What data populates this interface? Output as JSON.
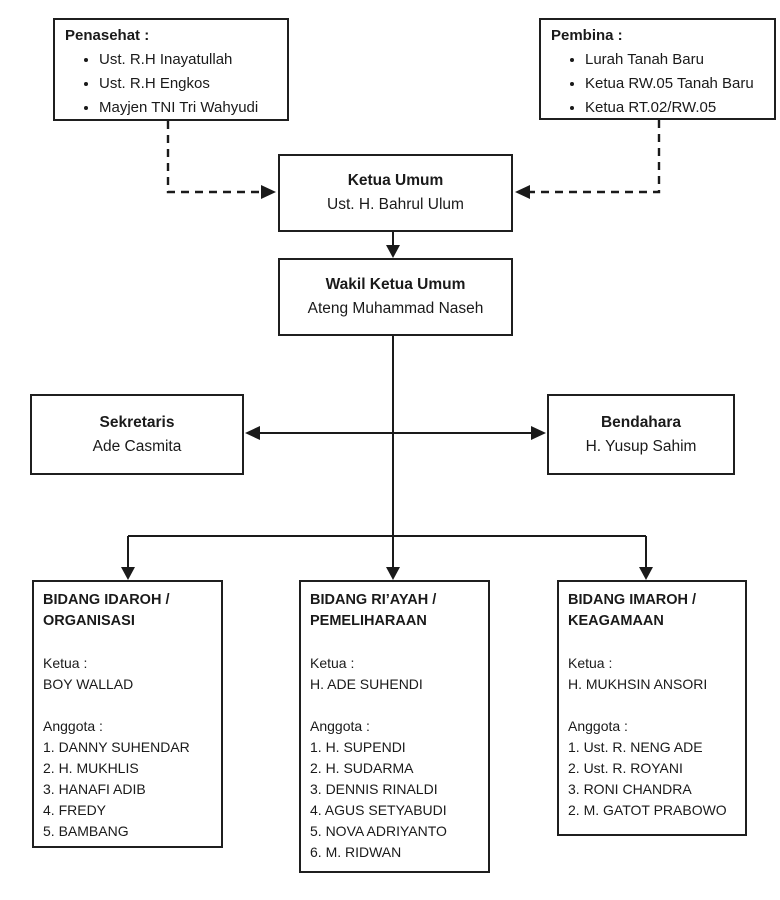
{
  "colors": {
    "line": "#1a1a1a",
    "box_border": "#1f1f1f",
    "background": "#ffffff",
    "text": "#1a1a1a"
  },
  "diagram": {
    "penasehat": {
      "title": "Penasehat :",
      "items": [
        "Ust. R.H Inayatullah",
        "Ust. R.H Engkos",
        "Mayjen TNI Tri Wahyudi"
      ]
    },
    "pembina": {
      "title": "Pembina :",
      "items": [
        "Lurah Tanah Baru",
        "Ketua RW.05 Tanah Baru",
        "Ketua RT.02/RW.05"
      ]
    },
    "ketua_umum": {
      "title": "Ketua Umum",
      "name": "Ust. H. Bahrul Ulum"
    },
    "wakil_ketua_umum": {
      "title": "Wakil Ketua Umum",
      "name": "Ateng Muhammad Naseh"
    },
    "sekretaris": {
      "title": "Sekretaris",
      "name": "Ade Casmita"
    },
    "bendahara": {
      "title": "Bendahara",
      "name": "H. Yusup Sahim"
    },
    "bidang": [
      {
        "title_line1": "BIDANG IDAROH /",
        "title_line2": "ORGANISASI",
        "ketua_label": "Ketua :",
        "ketua": "BOY WALLAD",
        "anggota_label": "Anggota :",
        "anggota": [
          "1. DANNY SUHENDAR",
          "2. H. MUKHLIS",
          "3. HANAFI ADIB",
          "4. FREDY",
          "5. BAMBANG"
        ]
      },
      {
        "title_line1": "BIDANG RI’AYAH /",
        "title_line2": "PEMELIHARAAN",
        "ketua_label": "Ketua :",
        "ketua": "H. ADE SUHENDI",
        "anggota_label": "Anggota :",
        "anggota": [
          "1. H. SUPENDI",
          "2. H. SUDARMA",
          "3. DENNIS RINALDI",
          "4. AGUS SETYABUDI",
          "5. NOVA ADRIYANTO",
          "6. M. RIDWAN"
        ]
      },
      {
        "title_line1": "BIDANG IMAROH /",
        "title_line2": "KEAGAMAAN",
        "ketua_label": "Ketua :",
        "ketua": "H. MUKHSIN ANSORI",
        "anggota_label": "Anggota :",
        "anggota": [
          "1. Ust. R. NENG ADE",
          "2. Ust. R. ROYANI",
          "3. RONI CHANDRA",
          "2. M. GATOT PRABOWO"
        ]
      }
    ]
  }
}
